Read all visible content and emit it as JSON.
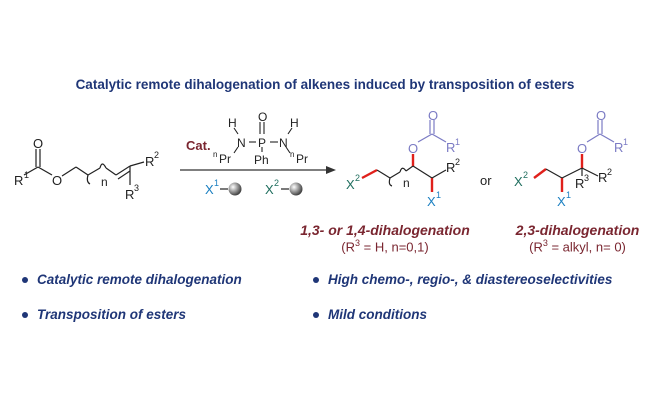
{
  "title": "Catalytic remote dihalogenation of alkenes induced by transposition of esters",
  "reaction": {
    "catalyst_label": "Cat.",
    "substrate": {
      "R1": "R",
      "O": "O",
      "n": "n",
      "R2": "R",
      "R3": "R",
      "sup1": "1",
      "sup2": "2",
      "sup3": "3"
    },
    "catalyst": {
      "H": "H",
      "N": "N",
      "P": "P",
      "O": "O",
      "Ph": "Ph",
      "nPr": "Pr",
      "n_sup": "n"
    },
    "reagents": {
      "X": "X",
      "sup1": "1",
      "sup2": "2"
    },
    "or_label": "or",
    "colors": {
      "title": "#1f3677",
      "label": "#7a2630",
      "X1": "#1a7fc1",
      "X2": "#1f6e5e",
      "ester": "#7b7bc4",
      "bond_new": "#e0201b"
    }
  },
  "products": [
    {
      "heading": "1,3- or 1,4-dihalogenation",
      "cond_pre": "(R",
      "cond_sup": "3",
      "cond_post": " = H, n=0,1)"
    },
    {
      "heading": "2,3-dihalogenation",
      "cond_pre": "(R",
      "cond_sup": "3",
      "cond_post": " = alkyl, n= 0)"
    }
  ],
  "bullets": [
    "Catalytic remote dihalogenation",
    "Transposition of esters",
    "High chemo-, regio-, & diastereoselectivities",
    "Mild conditions"
  ]
}
